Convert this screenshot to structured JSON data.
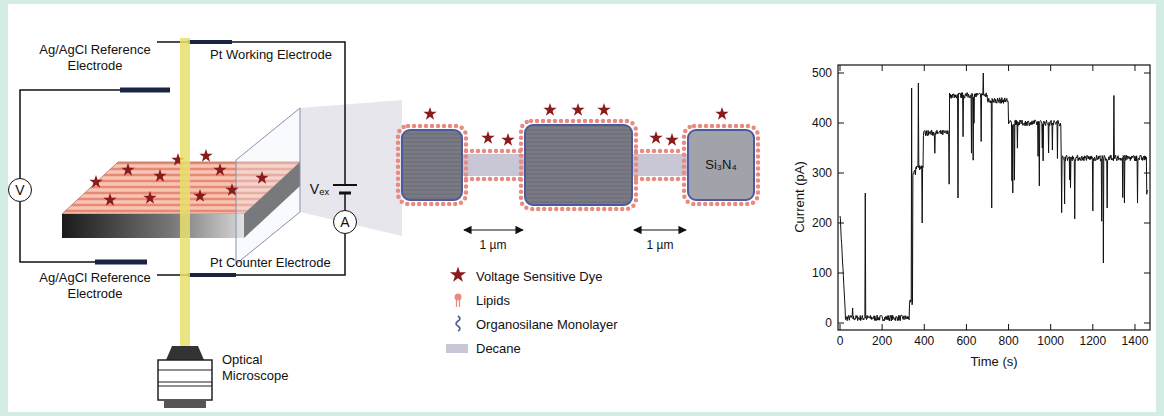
{
  "diagram": {
    "nodes": [
      {
        "text": [
          "V"
        ]
      },
      {
        "text": [
          "A"
        ]
      }
    ],
    "labels": [
      "Ag/AgCl Reference Electrode",
      "Pt Working Electrode",
      "Ag/AgCl Reference Electrode",
      "Pt Counter Electrode",
      "Vₑₓ",
      "Optical Microscope",
      "Si₃N₄",
      "1 µm",
      "1 µm",
      "0",
      "100",
      "200",
      "300",
      "400",
      "500",
      "0",
      "200",
      "400",
      "600",
      "800",
      "1000",
      "1200",
      "1400",
      "Current (pA)",
      "Time (s)"
    ],
    "legend": [
      {
        "text": "Voltage Sensitive Dye"
      },
      {
        "text": "Lipids"
      },
      {
        "text": "Organosilane Monolayer"
      },
      {
        "text": "Decane",
        "color": "#c9c6d6"
      }
    ]
  }
}
